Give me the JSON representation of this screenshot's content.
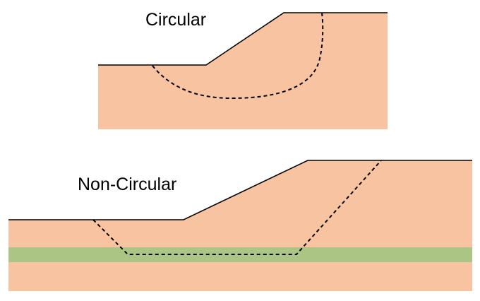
{
  "labels": {
    "circular": "Circular",
    "non_circular": "Non-Circular"
  },
  "colors": {
    "soil": "#F8C3A0",
    "weak_layer": "#ABC584",
    "ground_line": "#000000",
    "slip_surface": "#000000"
  },
  "legend_meaning": {
    "dashed_line": "slip surface",
    "green_band": "weak layer"
  }
}
